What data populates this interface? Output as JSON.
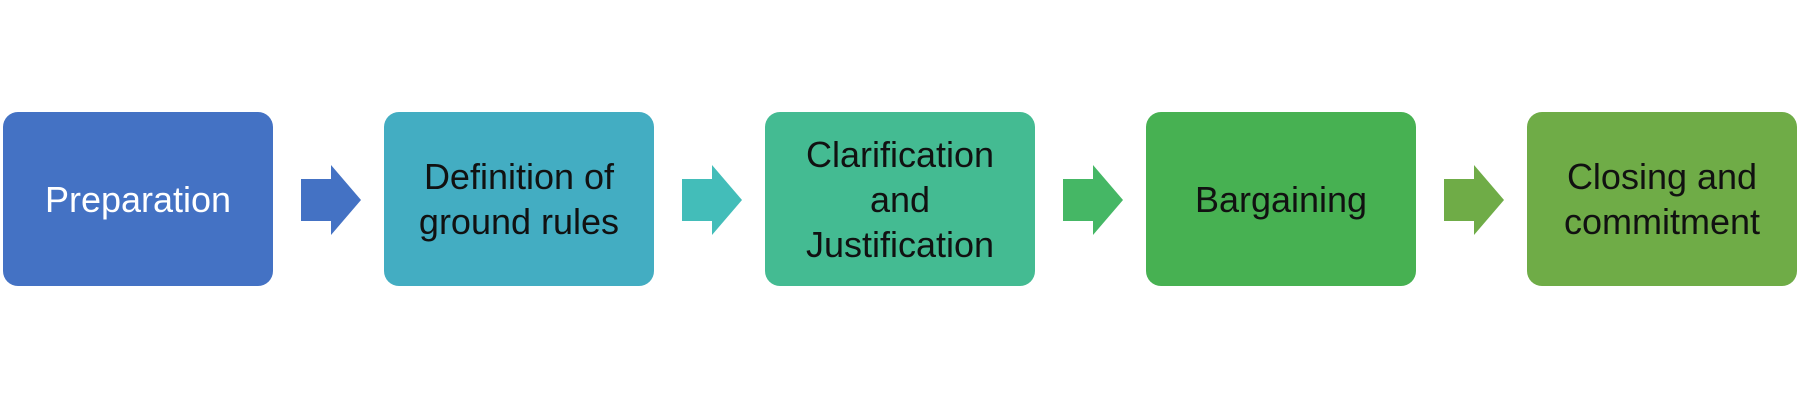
{
  "steps": [
    {
      "label": "Preparation",
      "color": "#4472C4",
      "text_color": "#FFFFFF"
    },
    {
      "label": "Definition of\nground rules",
      "color": "#43ADC2",
      "text_color": "#111111"
    },
    {
      "label": "Clarification\nand\nJustification",
      "color": "#44BB92",
      "text_color": "#111111"
    },
    {
      "label": "Bargaining",
      "color": "#47B152",
      "text_color": "#111111"
    },
    {
      "label": "Closing and\ncommitment",
      "color": "#6FAC47",
      "text_color": "#111111"
    }
  ],
  "arrows": [
    {
      "color": "#4472C4"
    },
    {
      "color": "#43BDB9"
    },
    {
      "color": "#45B765"
    },
    {
      "color": "#6FAC47"
    }
  ]
}
